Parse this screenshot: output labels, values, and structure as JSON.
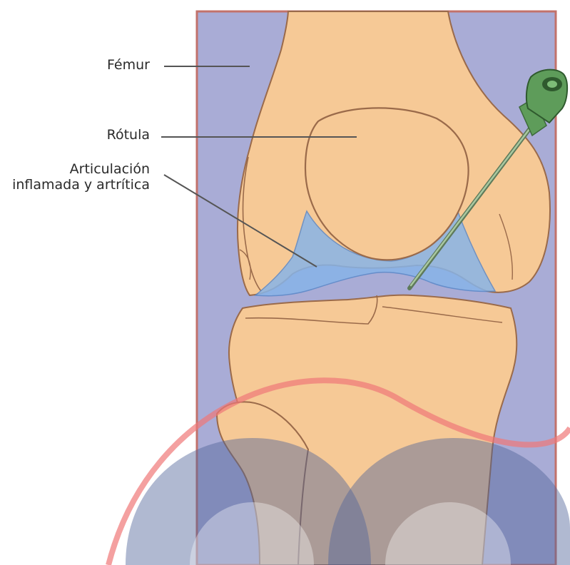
{
  "labels": {
    "femur": "Fémur",
    "rotula": "Rótula",
    "articulacion_line1": "Articulación",
    "articulacion_line2": "inflamada y artrítica"
  },
  "colors": {
    "frame_background": "#a9acd6",
    "frame_border": "#c2726b",
    "bone": "#f6c996",
    "bone_outline": "#9a6a4a",
    "synovial_fluid": "#88b4e8",
    "needle_hub": "#5e9c5a",
    "needle_shaft": "#7ea87a",
    "watermark_blue": "#50649a",
    "watermark_red": "#f07878"
  },
  "icons": {
    "needle": "syringe-needle-icon",
    "watermark": "watermark-logo"
  }
}
